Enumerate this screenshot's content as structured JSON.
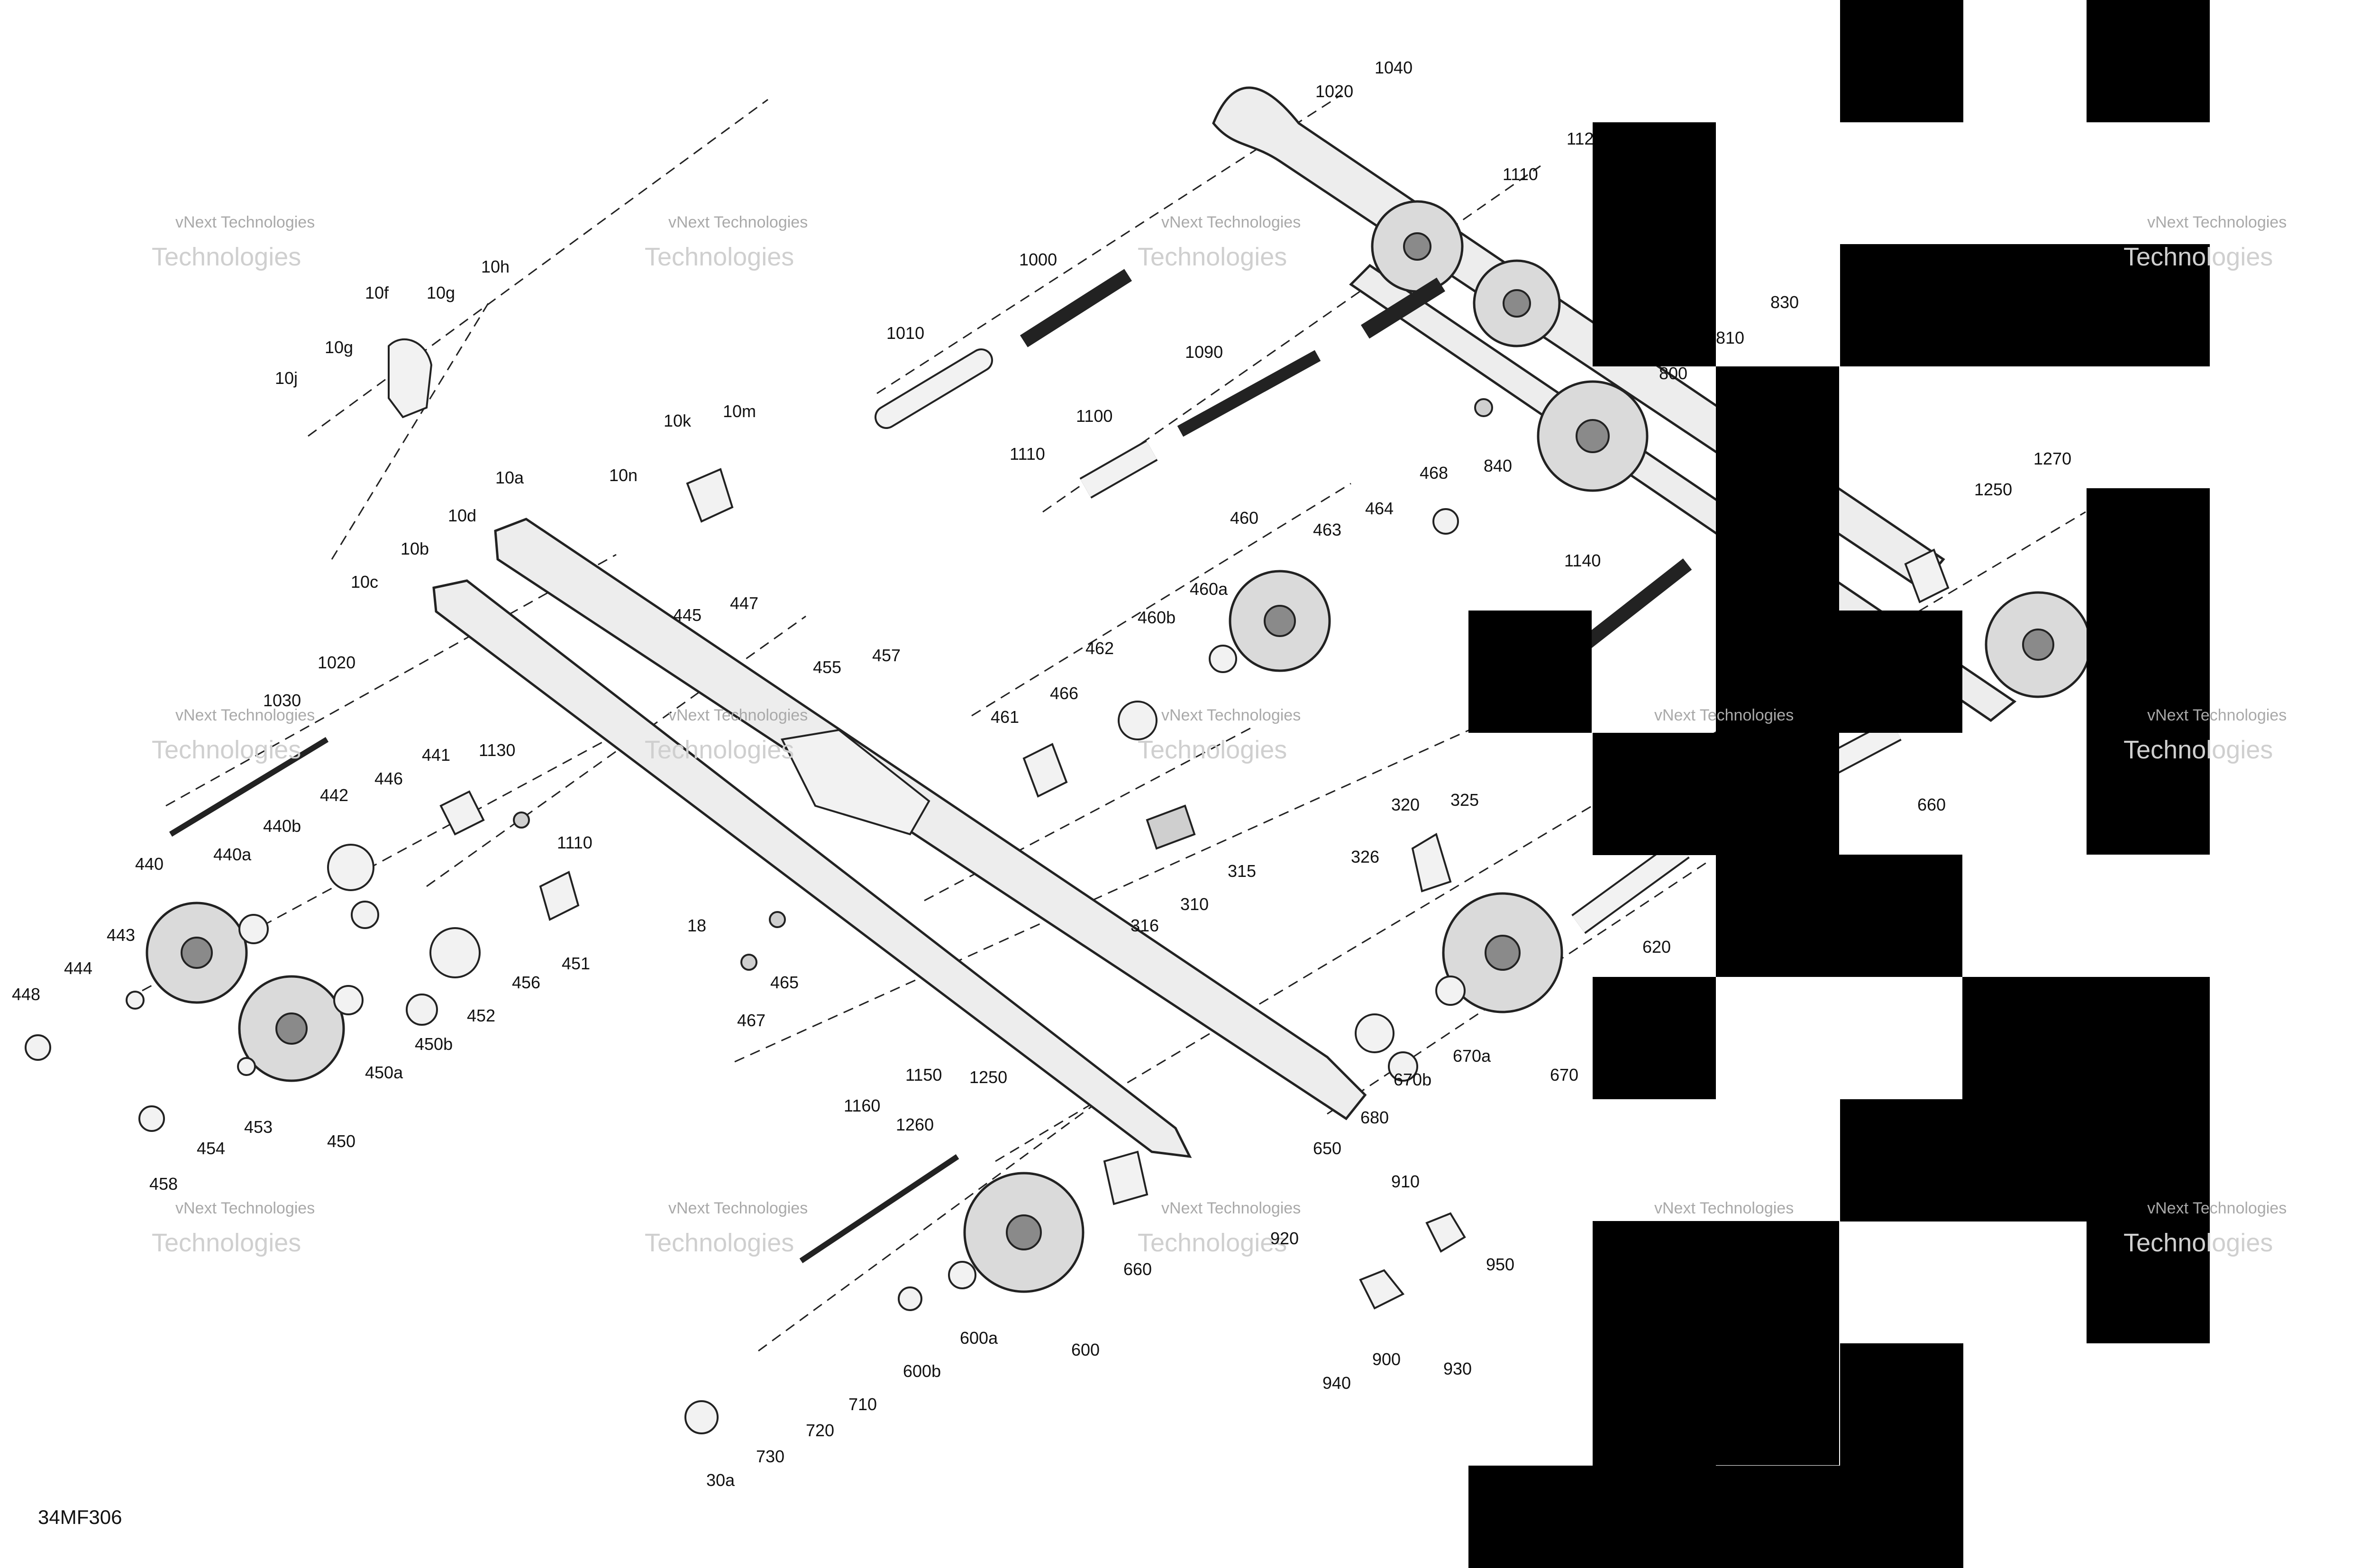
{
  "document": {
    "code": "34MF306",
    "watermark": {
      "line1": "vNext Technologies",
      "line2": "Technologies"
    }
  },
  "colors": {
    "ink": "#111111",
    "watermark": "#b0b0b0",
    "qr_block": "#000000",
    "background": "#ffffff"
  },
  "labels": [
    "1040",
    "1020",
    "1110",
    "112",
    "830",
    "810",
    "800",
    "840",
    "1000",
    "1010",
    "1090",
    "1100",
    "1110",
    "10h",
    "10g",
    "10f",
    "10g",
    "10j",
    "10k",
    "10m",
    "10n",
    "10a",
    "10d",
    "10b",
    "10c",
    "1020",
    "1030",
    "445",
    "447",
    "455",
    "457",
    "460",
    "463",
    "464",
    "468",
    "460a",
    "460b",
    "462",
    "461",
    "466",
    "441",
    "1130",
    "1110",
    "446",
    "442",
    "440b",
    "440a",
    "440",
    "443",
    "444",
    "448",
    "18",
    "451",
    "456",
    "452",
    "450b",
    "450a",
    "450",
    "453",
    "454",
    "458",
    "465",
    "467",
    "1160",
    "1150",
    "1250",
    "1260",
    "310",
    "315",
    "316",
    "320",
    "325",
    "326",
    "1140",
    "1250",
    "1270",
    "660",
    "620",
    "670",
    "670a",
    "670b",
    "680",
    "650",
    "660",
    "600",
    "600a",
    "600b",
    "710",
    "720",
    "730",
    "30a",
    "910",
    "920",
    "950",
    "900",
    "930",
    "940"
  ]
}
